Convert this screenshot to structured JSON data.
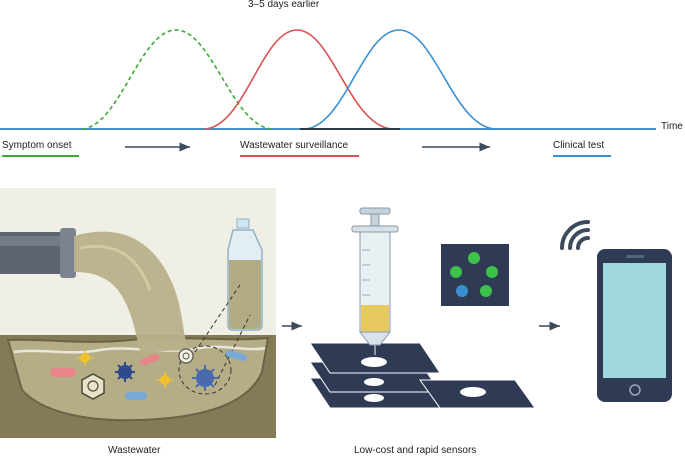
{
  "timeline": {
    "annotation": "3–5 days earlier",
    "time_label": "Time",
    "stages": [
      {
        "label": "Symptom onset",
        "color": "#3aaa35"
      },
      {
        "label": "Wastewater surveillance",
        "color": "#d9534f"
      },
      {
        "label": "Clinical test",
        "color": "#3a8fd1"
      }
    ]
  },
  "panels": {
    "wastewater_caption": "Wastewater",
    "sensors_caption": "Low-cost and rapid sensors"
  },
  "sensor_dots": [
    {
      "color": "#3cc24b"
    },
    {
      "color": "#3cc24b"
    },
    {
      "color": "#3cc24b"
    },
    {
      "color": "#3a8fd1"
    },
    {
      "color": "#3cc24b"
    }
  ],
  "colors": {
    "axis": "#4a90c8",
    "arrow": "#3d4a5c",
    "dark_navy": "#2f3b55",
    "sewage": "#b8b08a",
    "soil": "#8a7f5c",
    "phone_screen": "#9fd9df"
  },
  "icons": [
    "pipe-icon",
    "bottle-icon",
    "syringe-icon",
    "wifi-icon",
    "smartphone-icon",
    "virus-icon",
    "bacteria-icon"
  ]
}
